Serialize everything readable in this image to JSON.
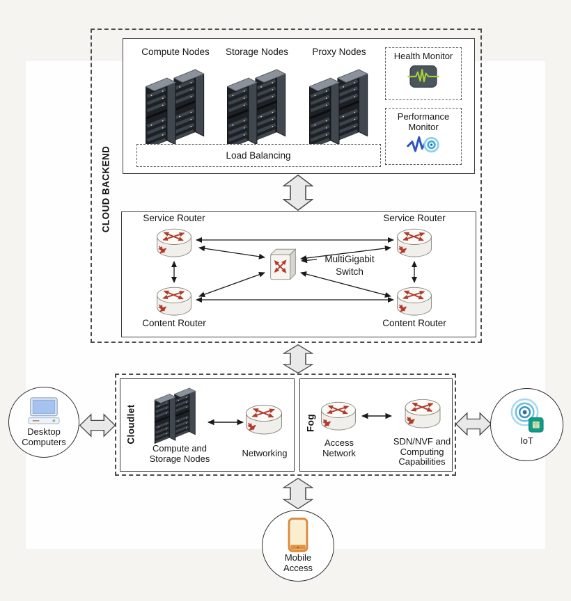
{
  "cloud_backend": {
    "label": "CLOUD BACKEND",
    "node_labels": [
      "Compute Nodes",
      "Storage Nodes",
      "Proxy Nodes"
    ],
    "load_balancing_label": "Load Balancing",
    "health_monitor_label": "Health Monitor",
    "performance_monitor_label": "Performance\nMonitor",
    "service_router_left_label": "Service Router",
    "service_router_right_label": "Service Router",
    "content_router_left_label": "Content Router",
    "content_router_right_label": "Content Router",
    "switch_label": "MultiGigabit\nSwitch"
  },
  "cloudlet": {
    "label": "Cloudlet",
    "compute_storage_label": "Compute and\nStorage Nodes",
    "networking_label": "Networking"
  },
  "fog": {
    "label": "Fog",
    "access_network_label": "Access\nNetwork",
    "sdn_label": "SDN/NVF and\nComputing\nCapabilities"
  },
  "endpoints": {
    "desktop_label": "Desktop\nComputers",
    "iot_label": "IoT",
    "mobile_label": "Mobile\nAccess"
  },
  "icons": {
    "server_rack": "isometric-dark-server-rack-pair",
    "router": "cylinder-router-with-red-arrows",
    "switch": "cube-switch-with-red-arrows",
    "health_monitor": "green-ecg-line-on-dark-square",
    "performance_monitor": "blue-pulse-line-with-target",
    "desktop": "desktop-computer-monitor",
    "iot": "radio-waves-with-chip",
    "mobile": "orange-smartphone",
    "block_arrow": "gray-double-headed-block-arrow"
  },
  "colors": {
    "router_arrow_red": "#b23a2b",
    "health_green": "#a9cf39",
    "performance_blue": "#2d55c0",
    "iot_teal": "#119a86",
    "mobile_orange": "#dc8a3b",
    "desktop_blue": "#a5c3ec",
    "block_arrow_gray": "#e9e9e9",
    "background_gray": "#f5f4f1"
  }
}
